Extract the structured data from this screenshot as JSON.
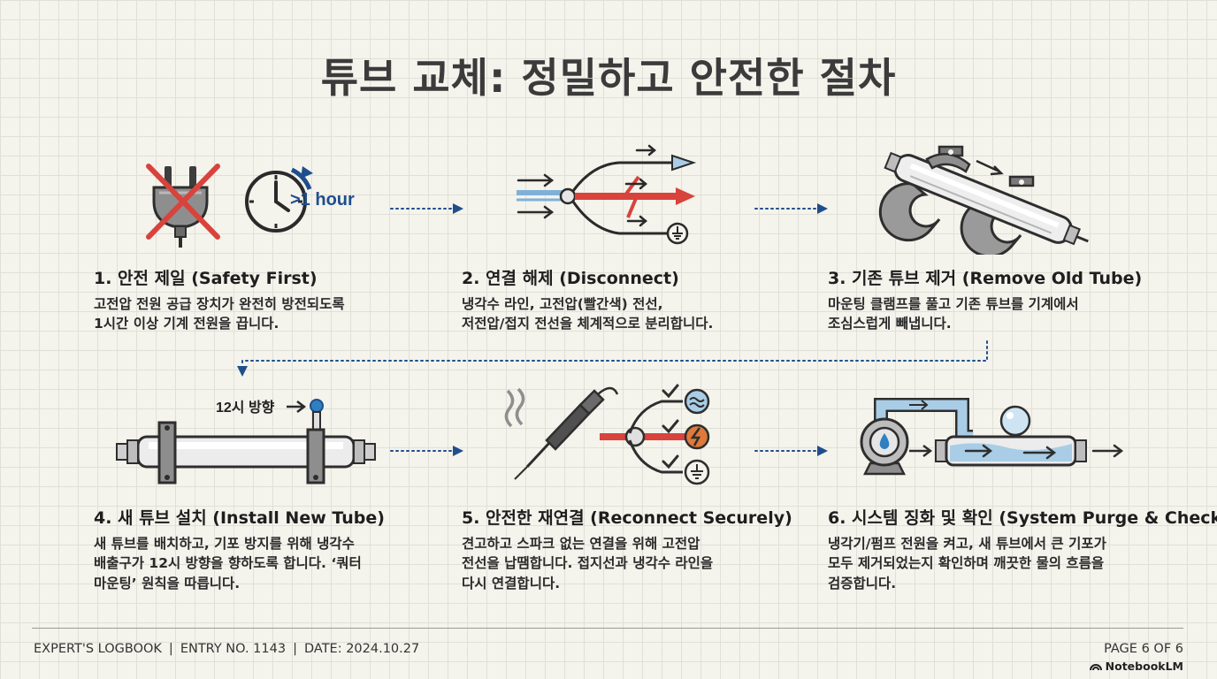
{
  "title": "튜브 교체: 정밀하고 안전한 절차",
  "steps": [
    {
      "title": "1. 안전 제일 (Safety First)",
      "desc": [
        "고전압 전원 공급 장치가 완전히 방전되도록",
        "1시간 이상 기계 전원을 끕니다."
      ],
      "icon_label": ">1 hour"
    },
    {
      "title": "2. 연결 해제 (Disconnect)",
      "desc": [
        "냉각수 라인, 고전압(빨간색) 전선,",
        "저전압/접지 전선을 체계적으로 분리합니다."
      ]
    },
    {
      "title": "3. 기존 튜브 제거 (Remove Old Tube)",
      "desc": [
        "마운팅 클램프를 풀고 기존 튜브를 기계에서",
        "조심스럽게 빼냅니다."
      ]
    },
    {
      "title": "4. 새 튜브 설치 (Install New Tube)",
      "desc": [
        "새 튜브를 배치하고, 기포 방지를 위해 냉각수",
        "배출구가 12시 방향을 향하도록 합니다. ‘쿼터",
        "마운팅’ 원칙을 따릅니다."
      ],
      "icon_label": "12시 방향"
    },
    {
      "title": "5. 안전한 재연결 (Reconnect Securely)",
      "desc": [
        "견고하고 스파크 없는 연결을 위해 고전압",
        "전선을 납땜합니다. 접지선과 냉각수 라인을",
        "다시 연결합니다."
      ]
    },
    {
      "title": "6. 시스템 징화 및 확인 (System Purge & Check)",
      "desc": [
        "냉각기/펌프 전원을 켜고, 새 튜브에서 큰 기포가",
        "모두 제거되었는지 확인하며 깨끗한 물의 흐름을",
        "검증합니다."
      ]
    }
  ],
  "footer": {
    "logbook": "EXPERT'S LOGBOOK",
    "entry": "ENTRY NO. 1143",
    "date": "DATE: 2024.10.27",
    "page": "PAGE 6 OF 6",
    "brand": "NotebookLM"
  },
  "colors": {
    "accent_blue": "#1f4e8c",
    "high_voltage_red": "#d8433c",
    "water_blue": "#a9cde6",
    "orange": "#e07a3a"
  },
  "icons": [
    "unplug-icon",
    "clock-icon",
    "wire-split-icon",
    "tube-removal-icon",
    "tube-install-icon",
    "soldering-iron-icon",
    "pump-flow-icon"
  ]
}
